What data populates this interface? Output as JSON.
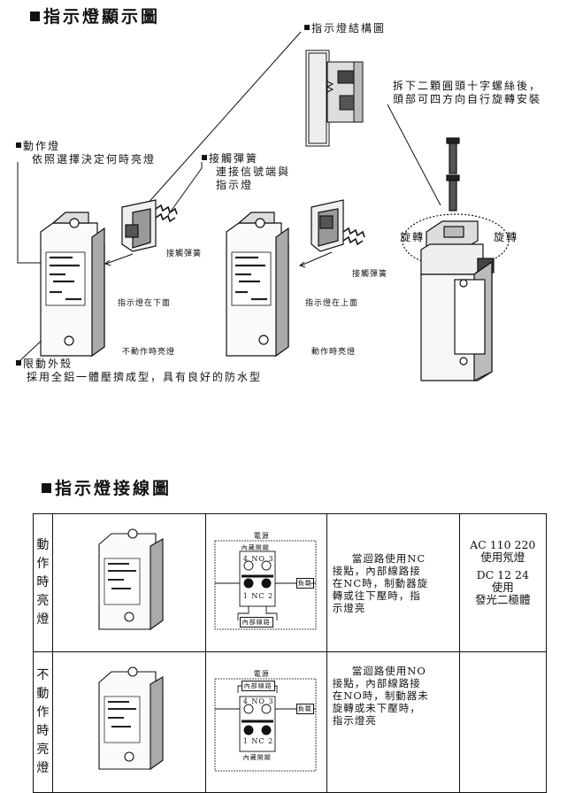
{
  "heading_display": "指示燈顯示圖",
  "heading_wiring": "指示燈接線圖",
  "structure_label": "指示燈結構圖",
  "rotate_note": [
    "拆下二顆圓頭十字螺絲後，",
    "頭部可四方向自行旋轉安裝"
  ],
  "rotate_left": "旋轉",
  "rotate_right": "旋轉",
  "action_lamp": {
    "title": "動作燈",
    "desc": "依照選擇決定何時亮燈"
  },
  "contact_spring": {
    "title": "接觸彈簧",
    "desc": [
      "連接信號端與",
      "指示燈"
    ]
  },
  "housing": {
    "title": "限動外殼",
    "desc": "採用全鋁一體壓擠成型，具有良好的防水型"
  },
  "spring_label_1": "接觸彈簧",
  "spring_label_2": "接觸彈簧",
  "lamp_below": "指示燈在下面",
  "lamp_above": "指示燈在上面",
  "state_off": "不動作時亮燈",
  "state_on": "動作時亮燈",
  "table": {
    "rows": [
      {
        "state": "動作時亮燈",
        "diagram": {
          "top": "電源",
          "switch": "內藏開關",
          "contacts": "NO",
          "n1": "4",
          "n2": "3",
          "m1": "1",
          "mc": "NC",
          "m2": "2",
          "circuit": "內部線路",
          "load": "負載"
        },
        "desc": [
          "當迴路使用NC",
          "接點，內部線路接",
          "在NC時，制動器旋",
          "轉或往下壓時，指",
          "示燈亮"
        ]
      },
      {
        "state": "不動作時亮燈",
        "diagram": {
          "top": "電源",
          "switch": "內藏開關",
          "contacts": "NO",
          "n1": "4",
          "n2": "3",
          "m1": "1",
          "mc": "NC",
          "m2": "2",
          "circuit": "內部線路",
          "load": "負載"
        },
        "desc": [
          "當迴路使用NO",
          "接點，內部線路接",
          "在NO時，制動器未",
          "旋轉或未下壓時，",
          "指示燈亮"
        ]
      }
    ],
    "spec": {
      "ac": "AC 110 220",
      "ac_use": "使用氖燈",
      "dc": "DC 12 24",
      "dc_use": "使用",
      "dc_type": "發光二極體"
    }
  }
}
